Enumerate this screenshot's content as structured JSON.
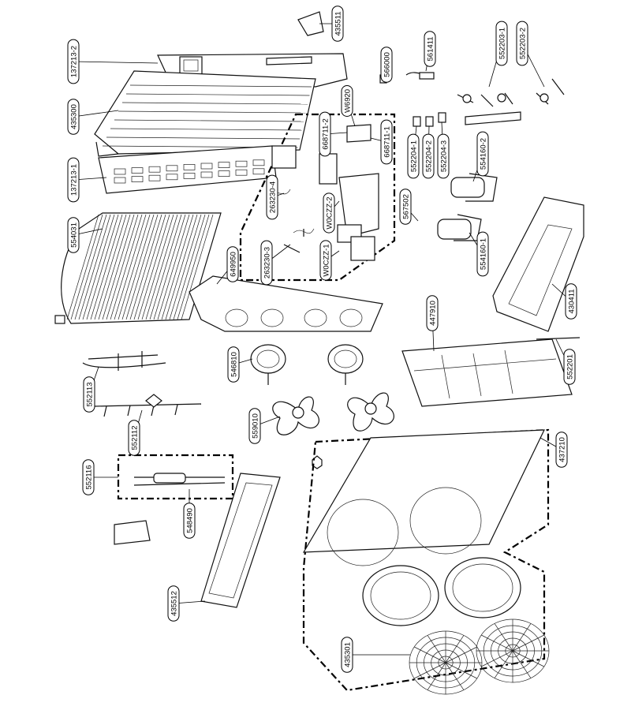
{
  "diagram": {
    "labels": [
      {
        "id": "p435511",
        "text": "435511"
      },
      {
        "id": "p561411",
        "text": "561411"
      },
      {
        "id": "p552031",
        "text": "552203-1"
      },
      {
        "id": "p552032",
        "text": "552203-2"
      },
      {
        "id": "p137213_2",
        "text": "137213-2"
      },
      {
        "id": "p566000",
        "text": "566000"
      },
      {
        "id": "pW6920",
        "text": "W6920"
      },
      {
        "id": "p435300",
        "text": "435300"
      },
      {
        "id": "p668711_2",
        "text": "668711-2"
      },
      {
        "id": "p668711_1",
        "text": "668711-1"
      },
      {
        "id": "p552041",
        "text": "552204-1"
      },
      {
        "id": "p552042",
        "text": "552204-2"
      },
      {
        "id": "p552043",
        "text": "552204-3"
      },
      {
        "id": "p554160_2",
        "text": "554160-2"
      },
      {
        "id": "p137213_1",
        "text": "137213-1"
      },
      {
        "id": "p263230_4",
        "text": "263230-4"
      },
      {
        "id": "pW0CZZ_2",
        "text": "W0CZZ-2"
      },
      {
        "id": "p567502",
        "text": "567502"
      },
      {
        "id": "p554031",
        "text": "554031"
      },
      {
        "id": "p263230_3",
        "text": "263230-3"
      },
      {
        "id": "pW0CZZ_1",
        "text": "W0CZZ-1"
      },
      {
        "id": "p554160_1",
        "text": "554160-1"
      },
      {
        "id": "p649950",
        "text": "649950"
      },
      {
        "id": "p430411",
        "text": "430411"
      },
      {
        "id": "p447910",
        "text": "447910"
      },
      {
        "id": "p546810",
        "text": "546810"
      },
      {
        "id": "p552201",
        "text": "552201"
      },
      {
        "id": "p552113",
        "text": "552113"
      },
      {
        "id": "p559010",
        "text": "559010"
      },
      {
        "id": "p552112",
        "text": "552112"
      },
      {
        "id": "p437210",
        "text": "437210"
      },
      {
        "id": "p552116",
        "text": "552116"
      },
      {
        "id": "p548490",
        "text": "548490"
      },
      {
        "id": "p435512",
        "text": "435512"
      },
      {
        "id": "p435301",
        "text": "435301"
      }
    ]
  }
}
